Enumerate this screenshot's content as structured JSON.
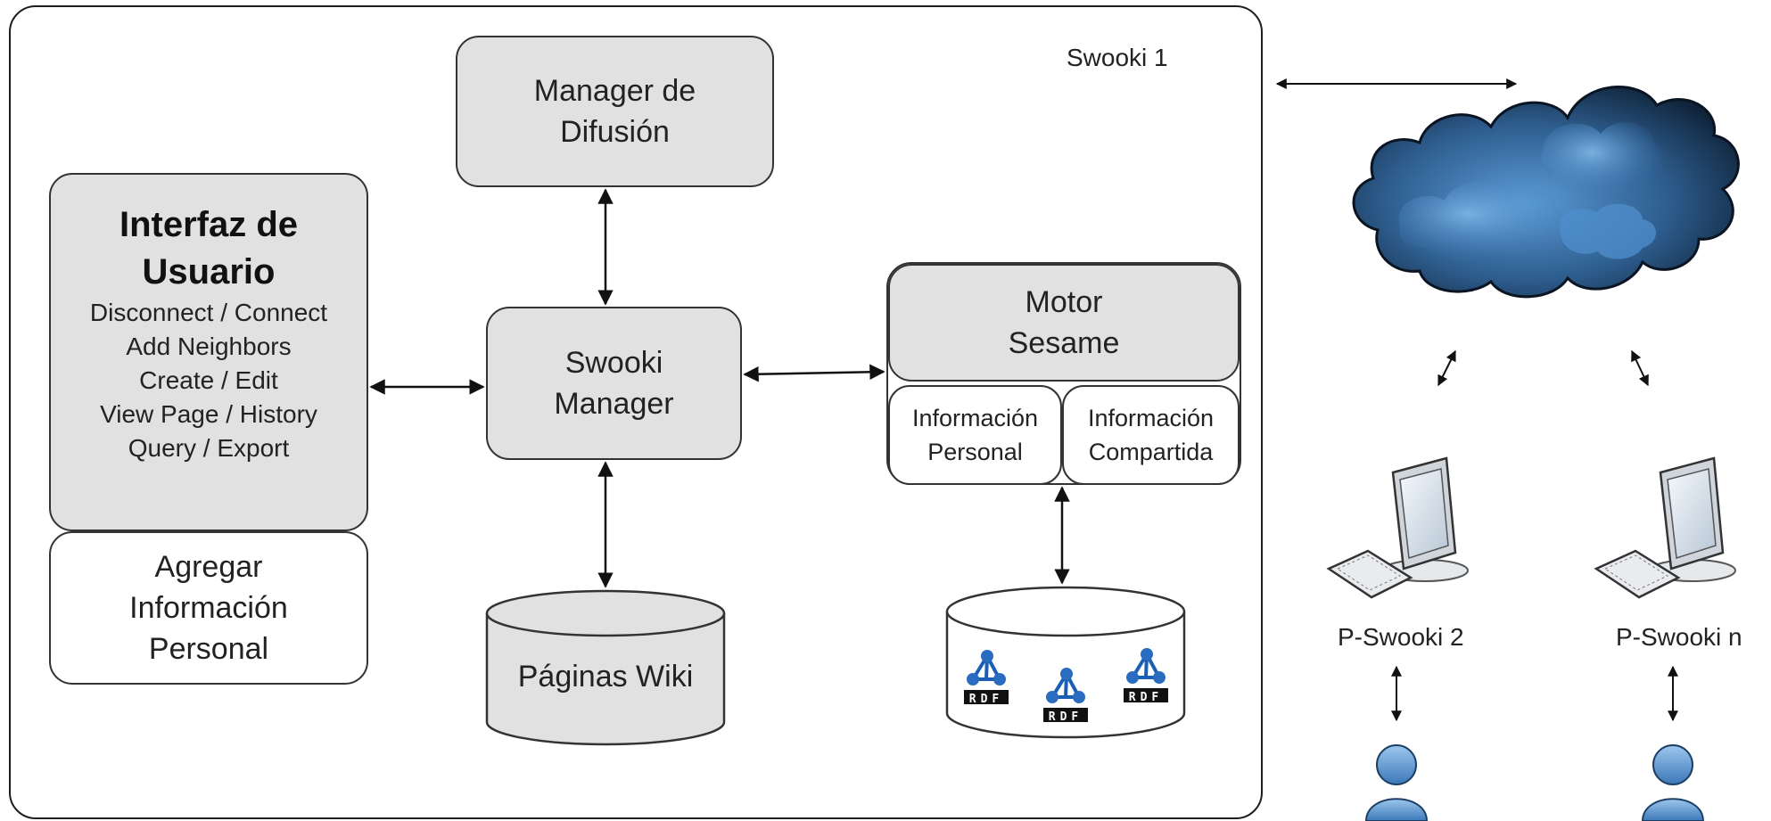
{
  "container": {
    "label": "Swooki 1"
  },
  "manager_difusion": {
    "line1": "Manager de",
    "line2": "Difusión"
  },
  "swooki_manager": {
    "line1": "Swooki",
    "line2": "Manager"
  },
  "interfaz": {
    "title1": "Interfaz de",
    "title2": "Usuario",
    "items": [
      "Disconnect / Connect",
      "Add Neighbors",
      "Create / Edit",
      "View Page / History",
      "Query / Export"
    ]
  },
  "agregar": {
    "line1": "Agregar",
    "line2": "Información",
    "line3": "Personal"
  },
  "motor": {
    "line1": "Motor",
    "line2": "Sesame"
  },
  "info_personal": {
    "line1": "Información",
    "line2": "Personal"
  },
  "info_compartida": {
    "line1": "Información",
    "line2": "Compartida"
  },
  "paginas_wiki": {
    "label": "Páginas Wiki"
  },
  "rdf_store": {
    "icon_text": "RDF"
  },
  "peers": [
    {
      "label": "P-Swooki 2"
    },
    {
      "label": "P-Swooki n"
    }
  ]
}
